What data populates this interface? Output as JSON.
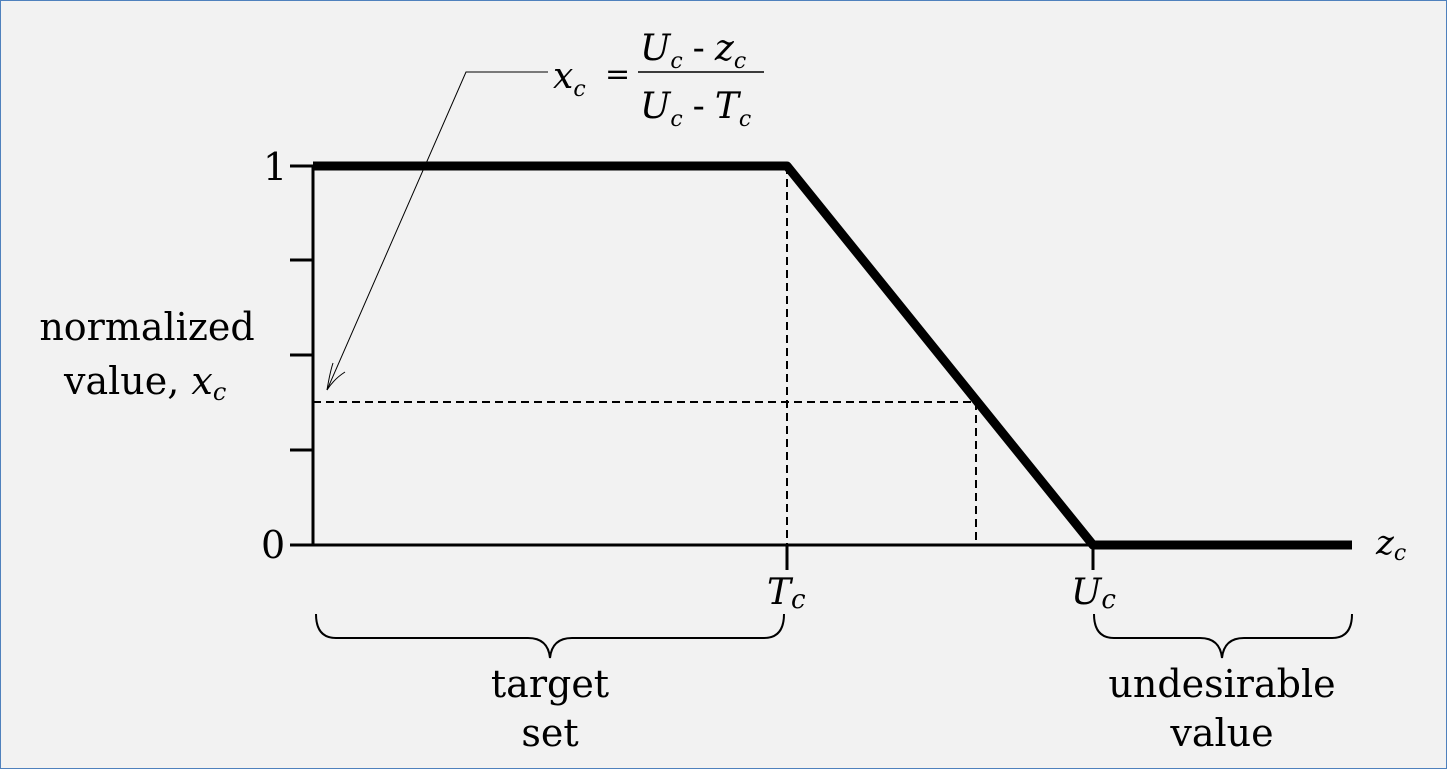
{
  "colors": {
    "background": "#f2f2f2",
    "frame_border": "#4f81bd",
    "ink": "#000000"
  },
  "formula": {
    "lhs_symbol": "x",
    "lhs_subscript": "c",
    "equals": "=",
    "numerator": {
      "a": "U",
      "a_sub": "c",
      "op": "-",
      "b": "z",
      "b_sub": "c"
    },
    "denominator": {
      "a": "U",
      "a_sub": "c",
      "op": "-",
      "b": "T",
      "b_sub": "c"
    }
  },
  "axis": {
    "y_max_label": "1",
    "y_min_label": "0",
    "y_label_line1": "normalized",
    "y_label_line2_text": "value, ",
    "y_label_line2_symbol": "x",
    "y_label_line2_sub": "c",
    "x_label_symbol": "z",
    "x_label_sub": "c"
  },
  "markers": {
    "target": {
      "symbol": "T",
      "sub": "c"
    },
    "undesirable": {
      "symbol": "U",
      "sub": "c"
    }
  },
  "braces": {
    "target_line1": "target",
    "target_line2": "set",
    "undesirable_line1": "undesirable",
    "undesirable_line2": "value"
  },
  "curve": {
    "description_points": [
      {
        "z": "start",
        "x": 1
      },
      {
        "z": "T_c",
        "x": 1
      },
      {
        "z": "U_c",
        "x": 0
      },
      {
        "z": "end",
        "x": 0
      }
    ],
    "example_x": 0.375
  }
}
